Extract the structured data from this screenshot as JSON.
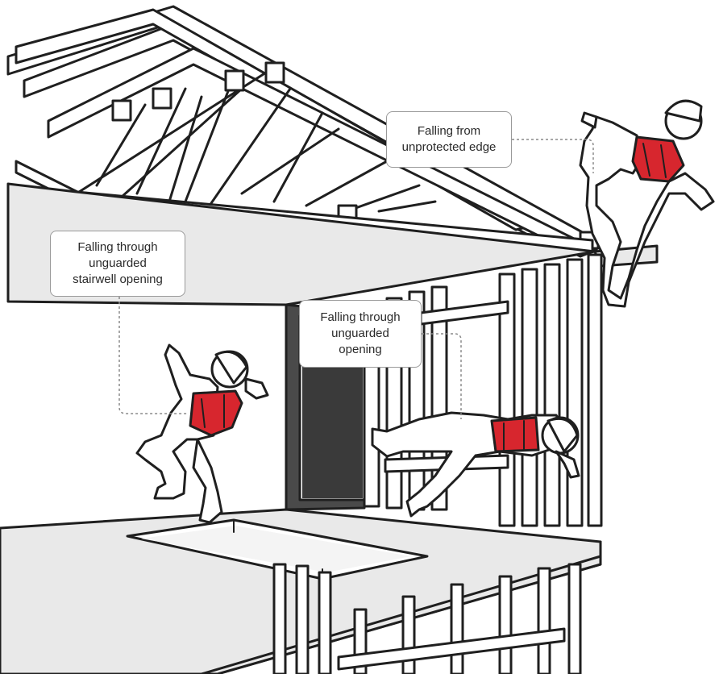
{
  "callouts": {
    "edge": {
      "lines": [
        "Falling from",
        "unprotected edge"
      ]
    },
    "stairwell": {
      "lines": [
        "Falling through",
        "unguarded",
        "stairwell opening"
      ]
    },
    "opening": {
      "lines": [
        "Falling through",
        "unguarded",
        "opening"
      ]
    }
  },
  "colors": {
    "line": "#1f1f1f",
    "slab": "#e9e9e9",
    "wall_dark": "#4a4a4a",
    "vest": "#d7262e",
    "leader": "#8a8a8a",
    "callout_border": "#9a9a9a"
  }
}
